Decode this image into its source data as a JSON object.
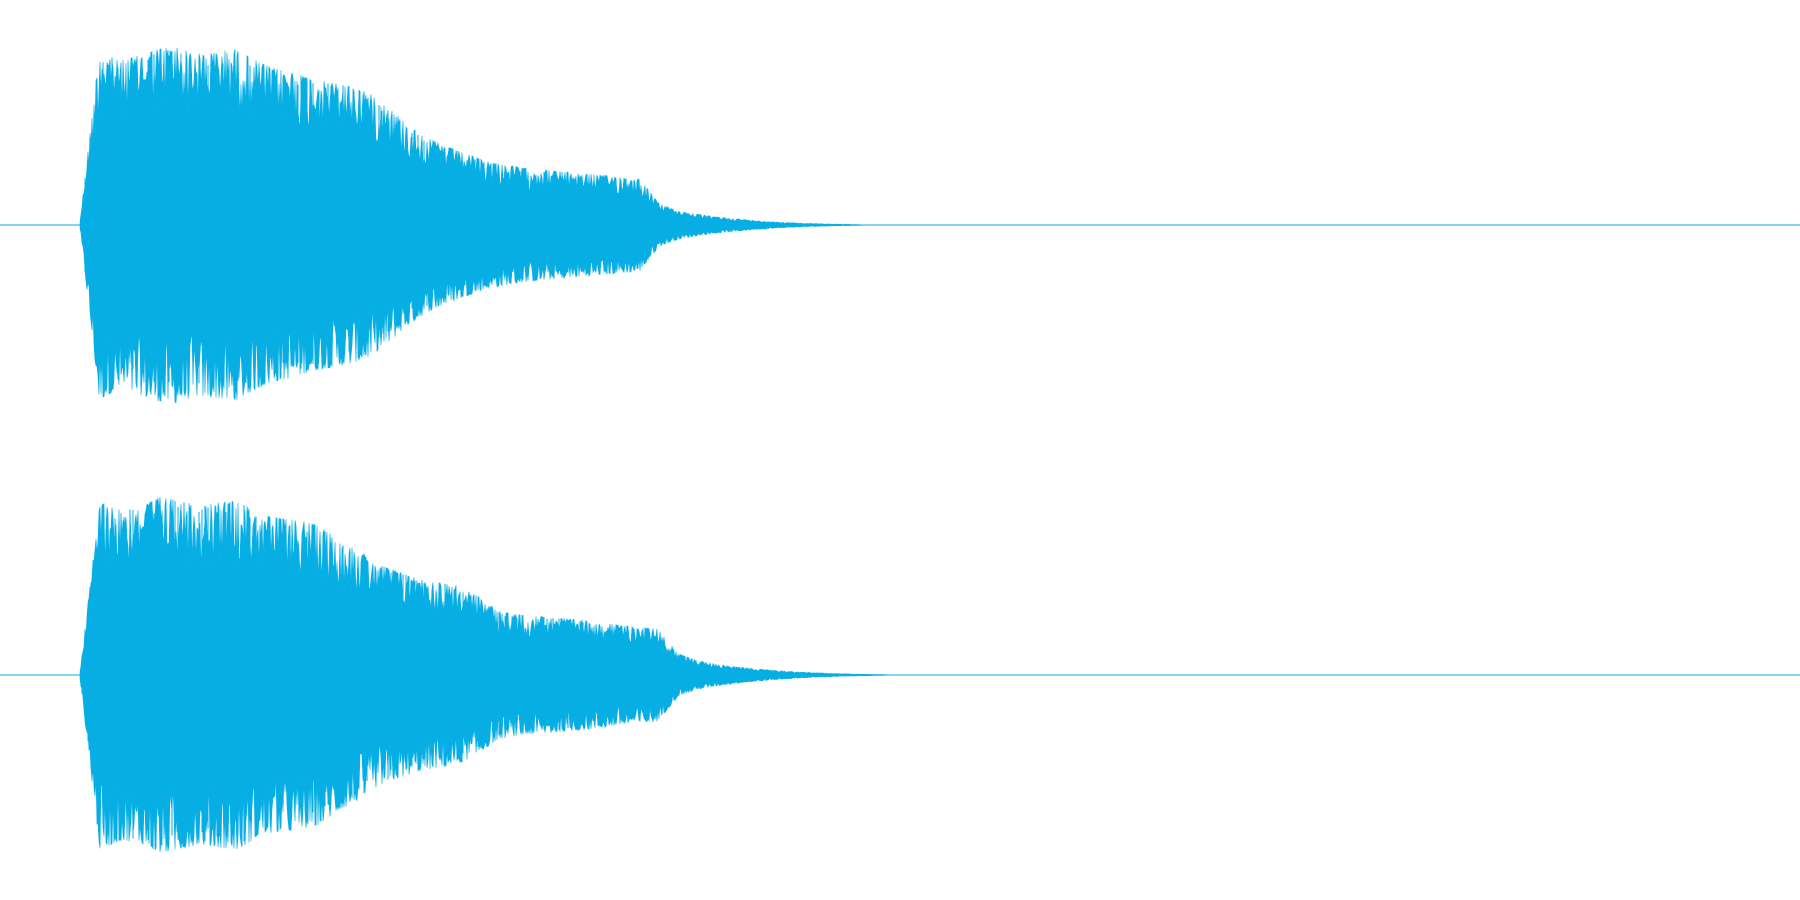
{
  "waveform": {
    "color": "#06aee4",
    "background": "#ffffff",
    "channels": [
      {
        "name": "",
        "peak_envelope": [
          0.02,
          0.98,
          0.92,
          0.95,
          0.99,
          1.0,
          0.96,
          0.97,
          0.99,
          0.93,
          0.88,
          0.86,
          0.82,
          0.8,
          0.78,
          0.74,
          0.66,
          0.56,
          0.49,
          0.44,
          0.4,
          0.36,
          0.34,
          0.32,
          0.31,
          0.3,
          0.29,
          0.28,
          0.27,
          0.26,
          0.12,
          0.08,
          0.06,
          0.045,
          0.035,
          0.025,
          0.018,
          0.012,
          0.008,
          0.005,
          0.003,
          0.0
        ],
        "end_fraction": 0.46
      },
      {
        "name": "",
        "peak_envelope": [
          0.02,
          0.98,
          0.93,
          0.94,
          1.0,
          0.98,
          0.95,
          0.97,
          0.98,
          0.9,
          0.88,
          0.87,
          0.84,
          0.76,
          0.7,
          0.62,
          0.58,
          0.54,
          0.52,
          0.5,
          0.44,
          0.36,
          0.34,
          0.33,
          0.32,
          0.31,
          0.3,
          0.28,
          0.27,
          0.26,
          0.12,
          0.08,
          0.06,
          0.045,
          0.035,
          0.025,
          0.018,
          0.012,
          0.008,
          0.005,
          0.003,
          0.0
        ],
        "end_fraction": 0.475
      }
    ]
  }
}
